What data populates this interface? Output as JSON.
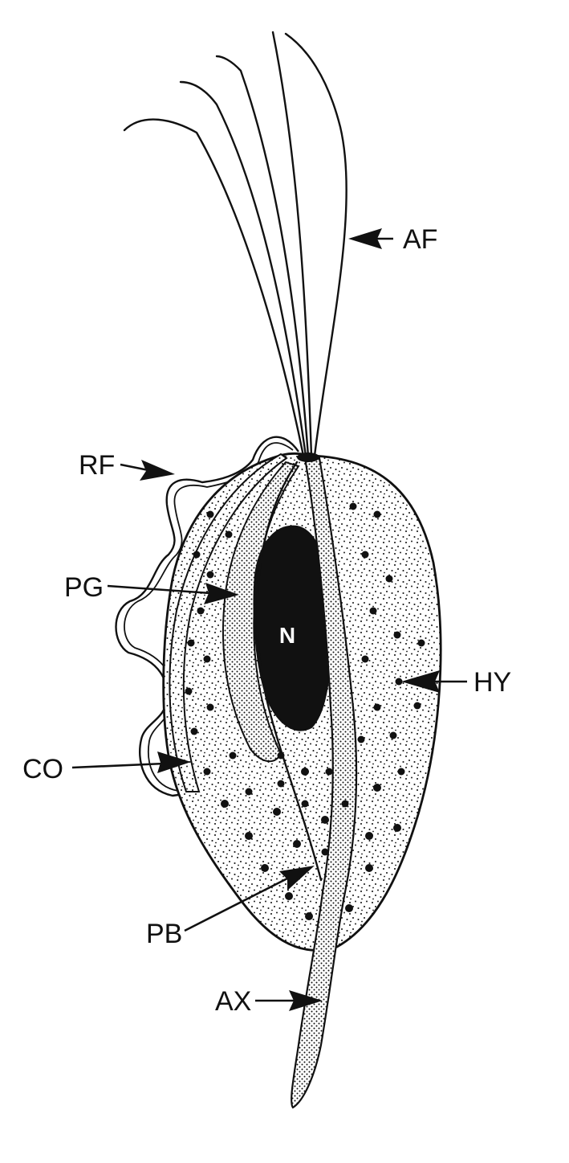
{
  "labels": {
    "af": "AF",
    "rf": "RF",
    "pg": "PG",
    "hy": "HY",
    "co": "CO",
    "pb": "PB",
    "ax": "AX",
    "nucleus": "N"
  },
  "colors": {
    "ink": "#111111",
    "background": "#ffffff"
  }
}
